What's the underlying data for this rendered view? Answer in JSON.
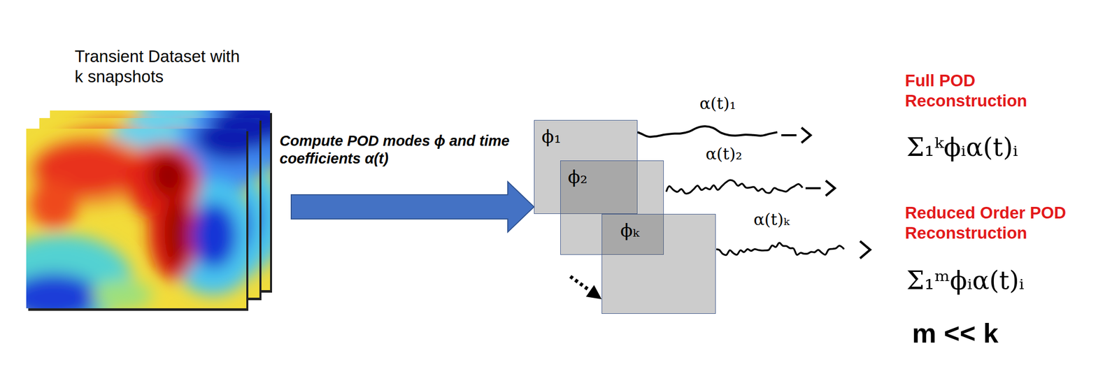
{
  "diagram": {
    "nodes": [
      {
        "text": [
          "Transient Dataset with k snapshots"
        ]
      },
      {
        "text": [
          "ϕ₁"
        ]
      },
      {
        "text": [
          "ϕ₂"
        ]
      },
      {
        "text": [
          "ϕₖ"
        ]
      }
    ],
    "edges": [
      {
        "from": 0,
        "to": 1,
        "arrow": "to",
        "label": "Compute POD modes ϕ and time coefficients α(t)"
      }
    ],
    "labels": [
      "α(t)₁",
      "α(t)₂",
      "α(t)ₖ",
      "Full POD Reconstruction",
      "Σ₁ᵏϕᵢα(t)ᵢ",
      "Reduced Order POD Reconstruction",
      "Σ₁ᵐϕᵢα(t)ᵢ",
      "m << k"
    ]
  }
}
